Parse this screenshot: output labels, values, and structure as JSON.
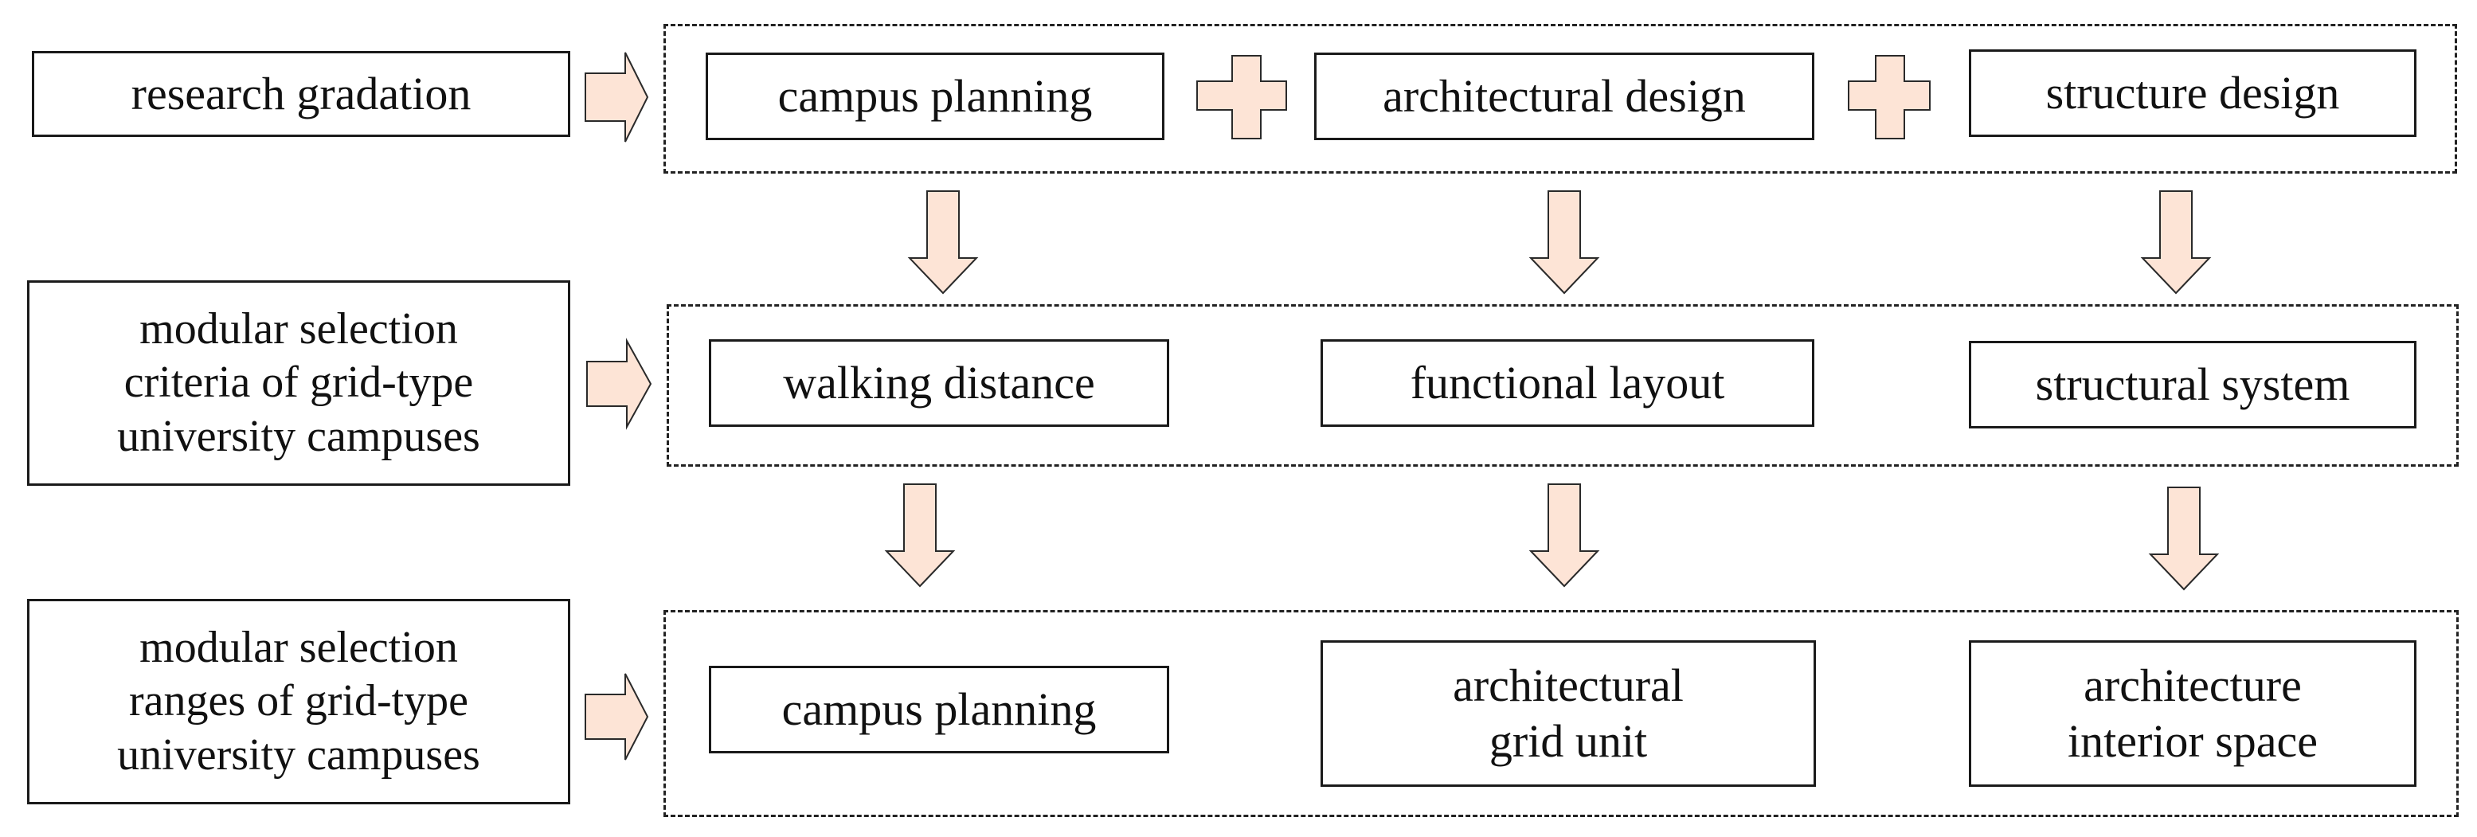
{
  "rows": [
    {
      "label": "research gradation",
      "items": [
        "campus planning",
        "architectural design",
        "structure design"
      ]
    },
    {
      "label": "modular selection\ncriteria of grid-type\nuniversity campuses",
      "items": [
        "walking distance",
        "functional layout",
        "structural system"
      ]
    },
    {
      "label": "modular selection\nranges of grid-type\nuniversity campuses",
      "items": [
        "campus planning",
        "architectural\ngrid unit",
        "architecture\ninterior space"
      ]
    }
  ],
  "colors": {
    "arrow_fill": "#fde4d6",
    "stroke": "#1a1a1a",
    "background": "#ffffff"
  },
  "icons": {
    "right_arrow": "right-arrow-icon",
    "down_arrow": "down-arrow-icon",
    "plus": "plus-icon"
  }
}
